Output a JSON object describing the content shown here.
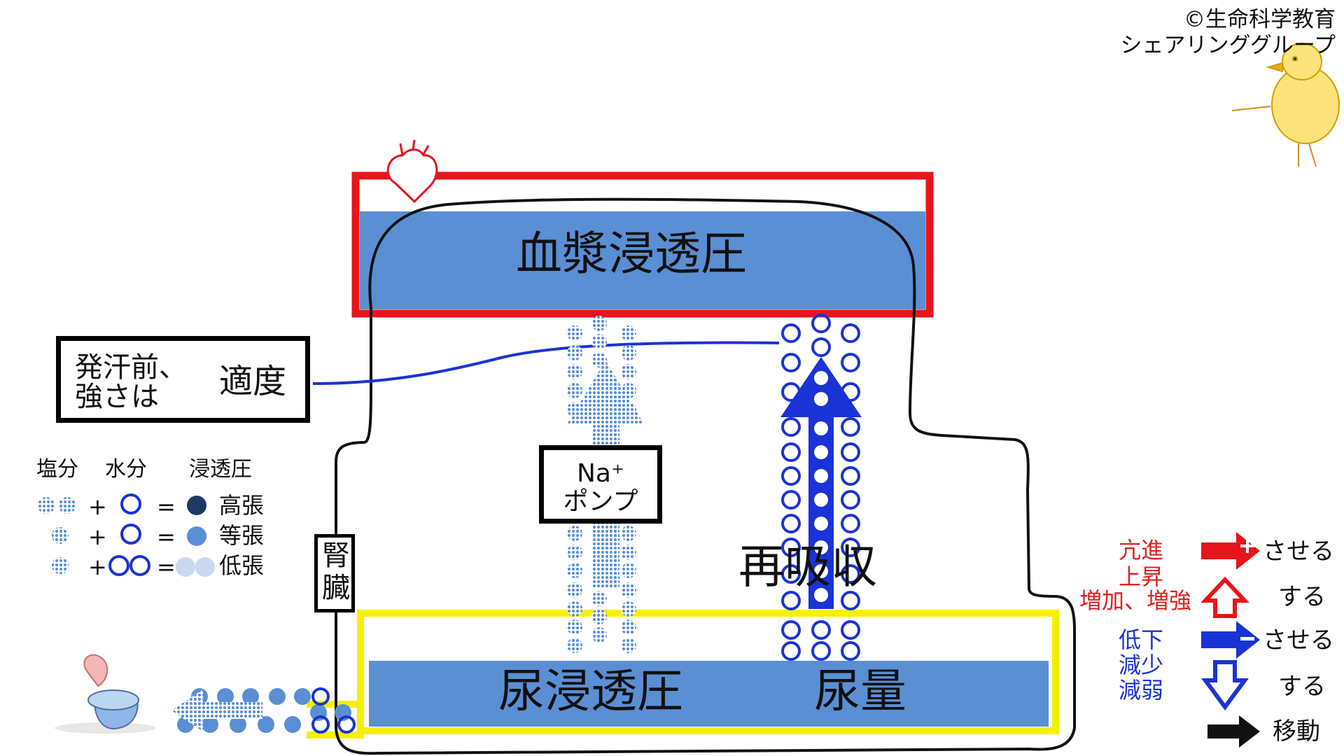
{
  "credit": {
    "line1": "©生命科学教育",
    "line2": "シェアリンググループ"
  },
  "top_compartment": {
    "label": "血漿浸透圧",
    "border_color": "#e8141b",
    "fill_color": "#5a8fd4"
  },
  "bottom_compartment": {
    "urine_osmotic_label": "尿浸透圧",
    "urine_volume_label": "尿量",
    "border_color": "#f5f000",
    "fill_color": "#5a8fd4"
  },
  "kidney_label": [
    "腎",
    "臓"
  ],
  "condition_box": {
    "line1": "発汗前、",
    "line2": "強さは",
    "value": "適度"
  },
  "pump_label": {
    "line1": "Na⁺",
    "line2": "ポンプ"
  },
  "reabsorption_label": "再吸収",
  "legend": {
    "headers": {
      "salt": "塩分",
      "water": "水分",
      "osmotic": "浸透圧"
    },
    "rows": [
      {
        "plus": "+",
        "eq": "=",
        "result": "高張"
      },
      {
        "plus": "+",
        "eq": "=",
        "result": "等張"
      },
      {
        "plus": "+",
        "eq": "=",
        "result": "低張"
      }
    ]
  },
  "side_legend": {
    "red_terms": [
      "亢進",
      "上昇",
      "増加、増強"
    ],
    "blue_terms": [
      "低下",
      "減少",
      "減弱"
    ],
    "red_arrow_right": "させる",
    "red_arrow_up": "する",
    "blue_arrow_right": "させる",
    "blue_arrow_down": "する",
    "black_arrow": "移動"
  },
  "colors": {
    "blue_dark": "#1a33d6",
    "blue_mid": "#5a8fd4",
    "blue_light": "#c9d8f0",
    "navy": "#1d3a66",
    "red": "#e8141b",
    "yellow": "#f5f000"
  },
  "icons": [
    "heart-icon",
    "toilet-icon",
    "chick-illustration"
  ]
}
